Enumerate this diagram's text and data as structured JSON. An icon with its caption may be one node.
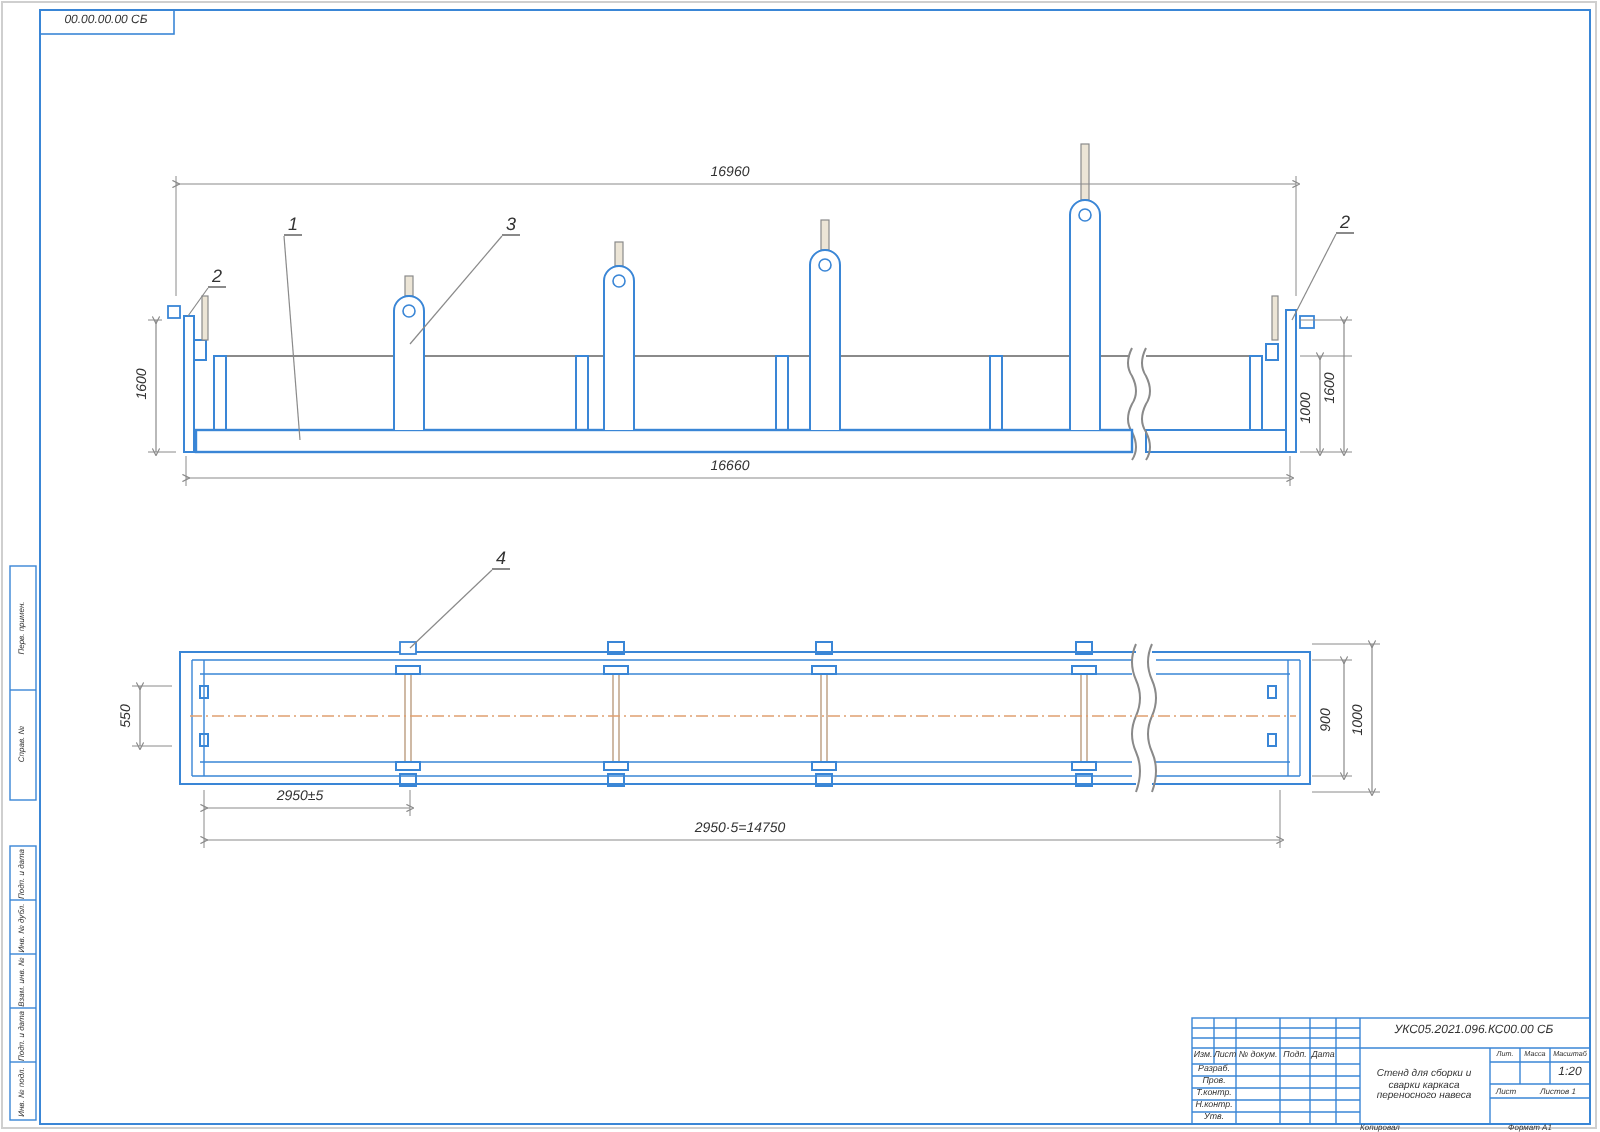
{
  "diagram": {
    "nodes": [
      {
        "text": [
          "2"
        ]
      },
      {
        "text": [
          "1"
        ]
      },
      {
        "text": [
          "3"
        ]
      },
      {
        "text": [
          "2"
        ]
      },
      {
        "text": [
          "4"
        ]
      },
      {
        "text": [],
        "shape": "box"
      },
      {
        "text": [],
        "shape": "bar"
      },
      {
        "text": [],
        "shape": "box"
      },
      {
        "text": [],
        "shape": "box"
      },
      {
        "text": [],
        "shape": "box"
      }
    ],
    "edges": [
      {
        "from": 0,
        "to": 5,
        "arrow": "none"
      },
      {
        "from": 1,
        "to": 6,
        "arrow": "none"
      },
      {
        "from": 2,
        "to": 7,
        "arrow": "none"
      },
      {
        "from": 3,
        "to": 8,
        "arrow": "none"
      },
      {
        "from": 4,
        "to": 9,
        "arrow": "none"
      }
    ],
    "labels": [
      "00.00.00.00 СБ",
      "16960",
      "1600",
      "16660",
      "1000",
      "1600",
      "550",
      "900",
      "1000",
      "2950±5",
      "2950·5=14750",
      "УКС05.2021.096.КС00.00 СБ",
      "Изм.",
      "Лист",
      "№ докум.",
      "Подп.",
      "Дата",
      "Разраб.",
      "Пров.",
      "Т.контр.",
      "Н.контр.",
      "Утв.",
      "Стенд для сборки и сварки каркаса переносного навеса",
      "Лит.",
      "Масса",
      "Масштаб",
      "1:20",
      "Лист",
      "Листов 1",
      "Копировал",
      "Формат A1",
      "Перв. примен.",
      "Справ. №",
      "Подп. и дата",
      "Инв. № дубл.",
      "Взам. инв. №",
      "Подп. и дата",
      "Инв. № подл."
    ]
  }
}
